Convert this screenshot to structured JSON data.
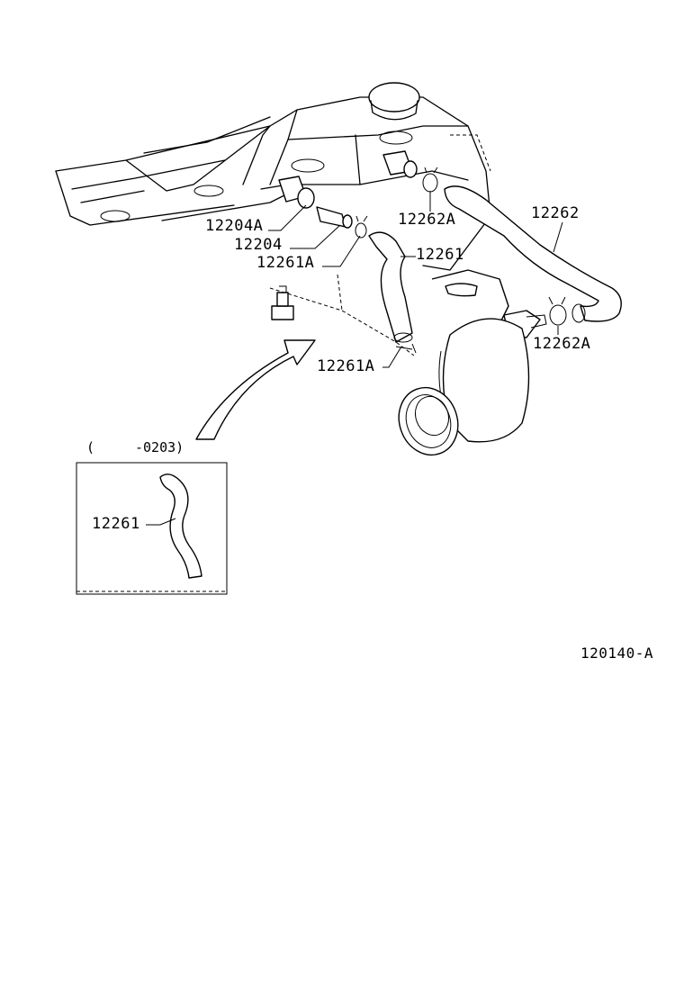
{
  "diagram_id": "120140-A",
  "callouts": [
    {
      "id": "c-12204A",
      "text": "12204A"
    },
    {
      "id": "c-12204",
      "text": "12204"
    },
    {
      "id": "c-12261A-top",
      "text": "12261A"
    },
    {
      "id": "c-12261",
      "text": "12261"
    },
    {
      "id": "c-12261A-bottom",
      "text": "12261A"
    },
    {
      "id": "c-12262A-top",
      "text": "12262A"
    },
    {
      "id": "c-12262",
      "text": "12262"
    },
    {
      "id": "c-12262A-right",
      "text": "12262A"
    }
  ],
  "inset": {
    "caption_open": "(",
    "caption_range": "-0203)",
    "part_label": "12261"
  }
}
